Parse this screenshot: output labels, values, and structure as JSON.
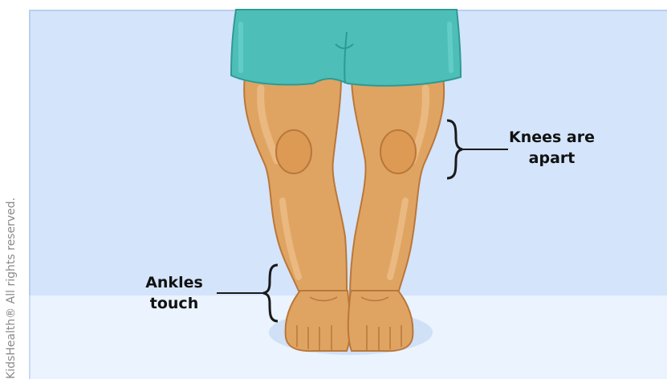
{
  "labels": {
    "knees": "Knees are apart",
    "ankles": "Ankles touch"
  },
  "copyright": "KidsHealth® All rights reserved.",
  "colors": {
    "wall": "#d4e4fb",
    "floor": "#eaf3fe",
    "shorts": "#4dbfb8",
    "skin": "#e0a462",
    "skin_outline": "#b9773a",
    "bracket": "#1a1a1a"
  }
}
